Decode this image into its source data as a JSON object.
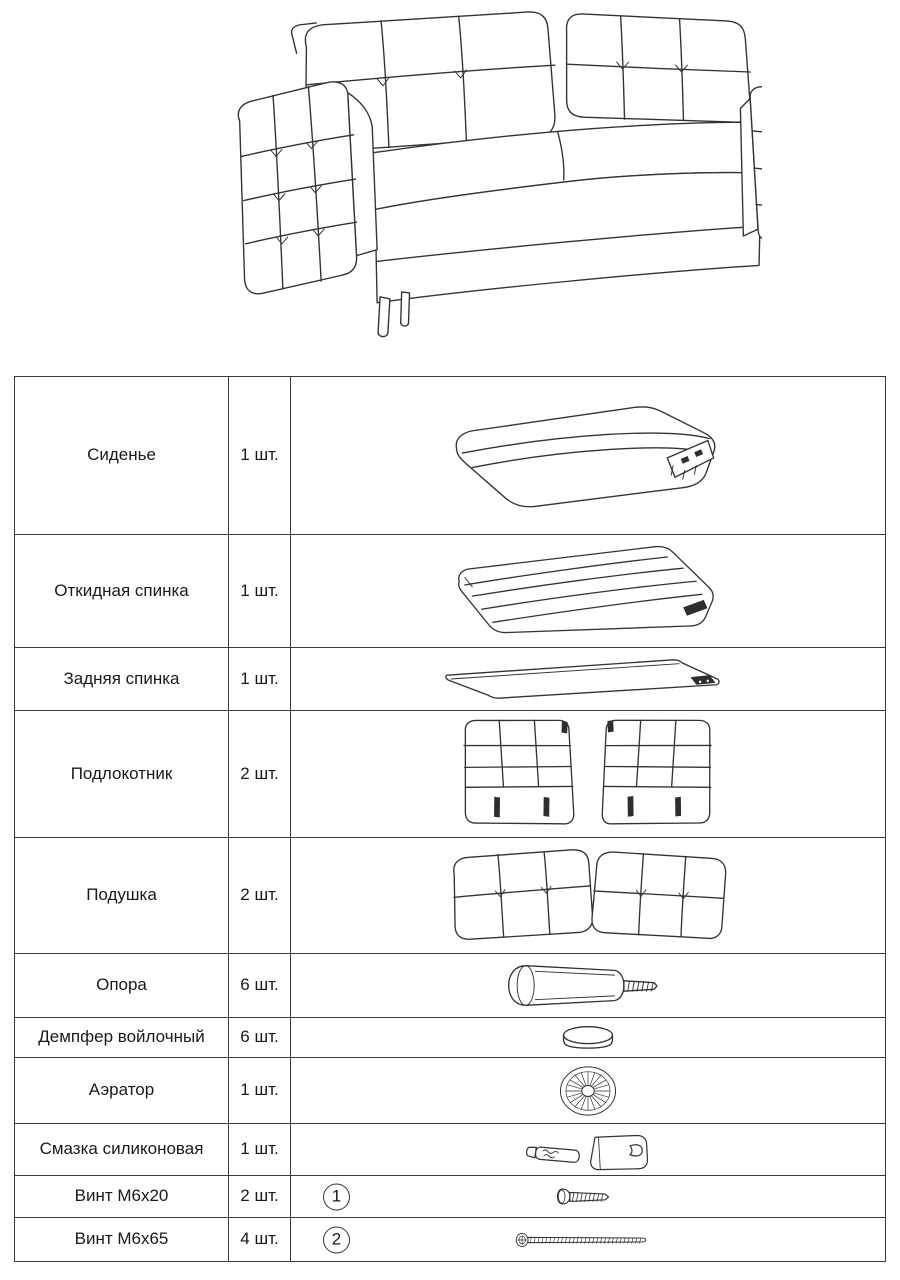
{
  "colors": {
    "background": "#ffffff",
    "line": "#333333",
    "border": "#3a3a3a",
    "text": "#1a1a1a"
  },
  "parts_table": {
    "rows": [
      {
        "name": "Сиденье",
        "qty": "1 шт."
      },
      {
        "name": "Откидная спинка",
        "qty": "1 шт."
      },
      {
        "name": "Задняя спинка",
        "qty": "1 шт."
      },
      {
        "name": "Подлокотник",
        "qty": "2 шт."
      },
      {
        "name": "Подушка",
        "qty": "2 шт."
      },
      {
        "name": "Опора",
        "qty": "6 шт."
      },
      {
        "name": "Демпфер войлочный",
        "qty": "6 шт."
      },
      {
        "name": "Аэратор",
        "qty": "1 шт."
      },
      {
        "name": "Смазка силиконовая",
        "qty": "1 шт."
      },
      {
        "name": "Винт М6х20",
        "qty": "2 шт.",
        "marker": "1"
      },
      {
        "name": "Винт М6х65",
        "qty": "4 шт.",
        "marker": "2"
      }
    ]
  }
}
